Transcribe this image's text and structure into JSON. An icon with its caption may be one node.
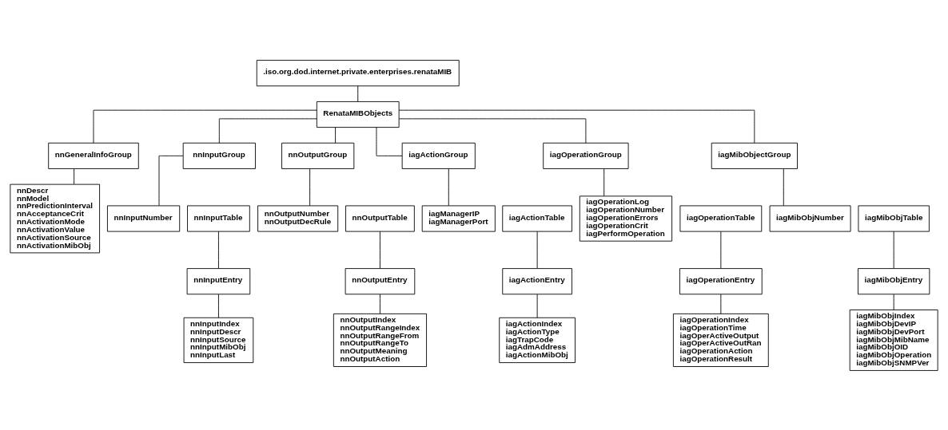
{
  "diagram": {
    "nodes": [
      {
        "text": [
          ".iso.org.dod.internet.private.enterprises.renataMIB"
        ]
      },
      {
        "text": [
          "RenataMIBObjects"
        ]
      },
      {
        "text": [
          "nnGeneralInfoGroup"
        ]
      },
      {
        "text": [
          "nnInputGroup"
        ]
      },
      {
        "text": [
          "nnOutputGroup"
        ]
      },
      {
        "text": [
          "iagActionGroup"
        ]
      },
      {
        "text": [
          "iagOperationGroup"
        ]
      },
      {
        "text": [
          "iagMibObjectGroup"
        ]
      },
      {
        "text": [
          "nnDescr",
          "nnModel",
          "nnPredictionInterval",
          "nnAcceptanceCrit",
          "nnActivationMode",
          "nnActivationValue",
          "nnActivationSource",
          "nnActivationMibObj"
        ]
      },
      {
        "text": [
          "nnInputNumber"
        ]
      },
      {
        "text": [
          "nnInputTable"
        ]
      },
      {
        "text": [
          "nnInputEntry"
        ]
      },
      {
        "text": [
          "nnInputIndex",
          "nnInputDescr",
          "nnInputSource",
          "nnInputMibObj",
          "nnInputLast"
        ]
      },
      {
        "text": [
          "nnOutputNumber",
          "nnOutputDecRule"
        ]
      },
      {
        "text": [
          "nnOutputTable"
        ]
      },
      {
        "text": [
          "nnOutputEntry"
        ]
      },
      {
        "text": [
          "nnOutputIndex",
          "nnOutputRangeIndex",
          "nnOutputRangeFrom",
          "nnOutputRangeTo",
          "nnOutputMeaning",
          "nnOutputAction"
        ]
      },
      {
        "text": [
          "iagManagerIP",
          "iagManagerPort"
        ]
      },
      {
        "text": [
          "iagActionTable"
        ]
      },
      {
        "text": [
          "iagActionEntry"
        ]
      },
      {
        "text": [
          "iagActionIndex",
          "iagActionType",
          "iagTrapCode",
          "iagAdmAddress",
          "iagActionMibObj"
        ]
      },
      {
        "text": [
          "iagOperationLog",
          "iagOperationNumber",
          "iagOperationErrors",
          "iagOperationCrit",
          "iagPerformOperation"
        ]
      },
      {
        "text": [
          "iagOperationTable"
        ]
      },
      {
        "text": [
          "iagOperationEntry"
        ]
      },
      {
        "text": [
          "iagOperationIndex",
          "iagOperationTime",
          "iagOperActiveOutput",
          "iagOperActiveOutRan",
          "iagOperationAction",
          "iagOperationResult"
        ]
      },
      {
        "text": [
          "iagMibObjNumber"
        ]
      },
      {
        "text": [
          "iagMibObjTable"
        ]
      },
      {
        "text": [
          "iagMibObjEntry"
        ]
      },
      {
        "text": [
          "iagMibObjIndex",
          "iagMibObjDevIP",
          "iagMibObjDevPort",
          "iagMibObjMibName",
          "iagMibObjOID",
          "iagMibObjOperation",
          "iagMibObjSNMPVer"
        ]
      }
    ],
    "edges": [
      {
        "from": 0,
        "to": 1,
        "arrow": "none"
      },
      {
        "from": 1,
        "to": 2,
        "arrow": "none"
      },
      {
        "from": 1,
        "to": 3,
        "arrow": "none"
      },
      {
        "from": 1,
        "to": 4,
        "arrow": "none"
      },
      {
        "from": 1,
        "to": 5,
        "arrow": "none"
      },
      {
        "from": 1,
        "to": 6,
        "arrow": "none"
      },
      {
        "from": 1,
        "to": 7,
        "arrow": "none"
      },
      {
        "from": 2,
        "to": 8,
        "arrow": "none"
      },
      {
        "from": 3,
        "to": 9,
        "arrow": "none"
      },
      {
        "from": 10,
        "to": 11,
        "arrow": "none"
      },
      {
        "from": 11,
        "to": 12,
        "arrow": "none"
      },
      {
        "from": 4,
        "to": 13,
        "arrow": "none"
      },
      {
        "from": 14,
        "to": 15,
        "arrow": "none"
      },
      {
        "from": 15,
        "to": 16,
        "arrow": "none"
      },
      {
        "from": 5,
        "to": 17,
        "arrow": "none"
      },
      {
        "from": 18,
        "to": 19,
        "arrow": "none"
      },
      {
        "from": 19,
        "to": 20,
        "arrow": "none"
      },
      {
        "from": 6,
        "to": 21,
        "arrow": "none"
      },
      {
        "from": 22,
        "to": 23,
        "arrow": "none"
      },
      {
        "from": 23,
        "to": 24,
        "arrow": "none"
      },
      {
        "from": 7,
        "to": 25,
        "arrow": "none"
      },
      {
        "from": 26,
        "to": 27,
        "arrow": "none"
      },
      {
        "from": 27,
        "to": 28,
        "arrow": "none"
      }
    ]
  }
}
